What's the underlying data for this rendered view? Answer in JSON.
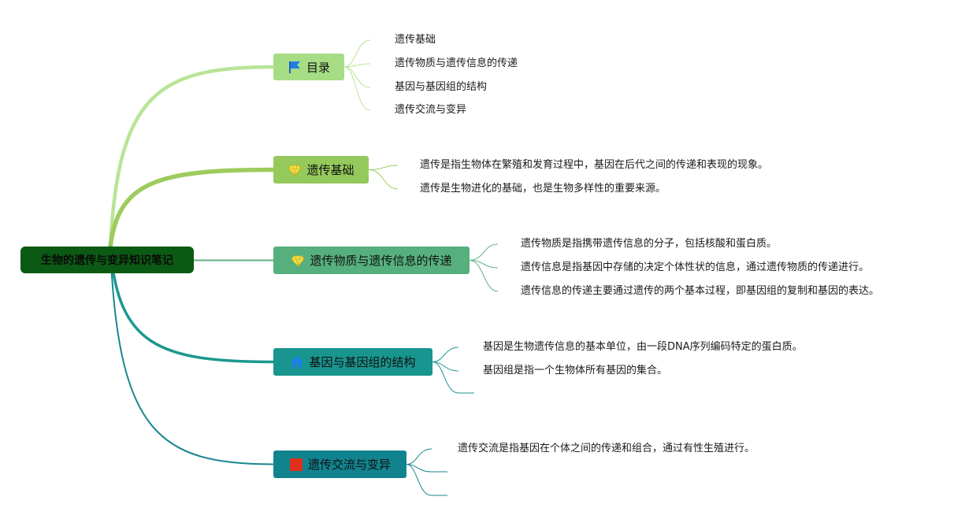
{
  "central": {
    "label": "生物的遗传与变异知识笔记",
    "color": "#0b5a14"
  },
  "branches": [
    {
      "id": "toc",
      "label": "目录",
      "icon": "flag-icon",
      "color": "#a6dd84",
      "lineColor": "#b9e497",
      "items": [
        "遗传基础",
        "遗传物质与遗传信息的传递",
        "基因与基因组的结构",
        "遗传交流与变异"
      ]
    },
    {
      "id": "basics",
      "label": "遗传基础",
      "icon": "diamond-icon",
      "color": "#95c95b",
      "lineColor": "#9ecb5e",
      "items": [
        "遗传是指生物体在繁殖和发育过程中，基因在后代之间的传递和表现的现象。",
        "遗传是生物进化的基础，也是生物多样性的重要来源。"
      ]
    },
    {
      "id": "material",
      "label": "遗传物质与遗传信息的传递",
      "icon": "diamond-icon",
      "color": "#56b07d",
      "lineColor": "#63b087",
      "items": [
        "遗传物质是指携带遗传信息的分子，包括核酸和蛋白质。",
        "遗传信息是指基因中存储的决定个体性状的信息，通过遗传物质的传递进行。",
        "遗传信息的传递主要通过遗传的两个基本过程，即基因组的复制和基因的表达。"
      ]
    },
    {
      "id": "structure",
      "label": "基因与基因组的结构",
      "icon": "house-icon",
      "color": "#18958e",
      "lineColor": "#1b9890",
      "items": [
        "基因是生物遗传信息的基本单位，由一段DNA序列编码特定的蛋白质。",
        "基因组是指一个生物体所有基因的集合。",
        ""
      ]
    },
    {
      "id": "variation",
      "label": "遗传交流与变异",
      "icon": "square-icon",
      "color": "#11838f",
      "lineColor": "#19868f",
      "items": [
        "遗传交流是指基因在个体之间的传递和组合，通过有性生殖进行。",
        "",
        ""
      ]
    }
  ]
}
